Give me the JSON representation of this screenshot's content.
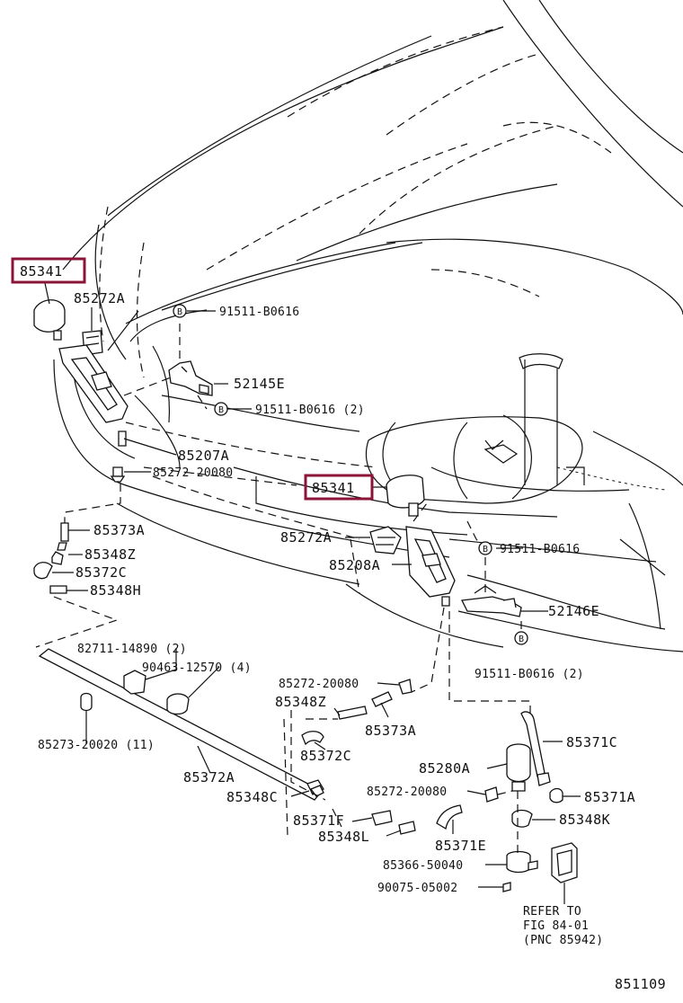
{
  "diagram_number": "851109",
  "bolt_symbol": "B",
  "highlight_color": "#8b1538",
  "labels": {
    "p85341_a": "85341",
    "p85341_b": "85341",
    "p85272A_a": "85272A",
    "p91511_a": "91511-B0616",
    "p52145E": "52145E",
    "p91511_b": "91511-B0616 (2)",
    "p85207A": "85207A",
    "p85272_20080_a": "85272-20080",
    "p85373A_a": "85373A",
    "p85348Z_a": "85348Z",
    "p85372C_a": "85372C",
    "p85348H": "85348H",
    "p85272A_b": "85272A",
    "p85208A": "85208A",
    "p91511_c": "91511-B0616",
    "p52146E": "52146E",
    "p91511_d": "91511-B0616 (2)",
    "p82711": "82711-14890 (2)",
    "p90463": "90463-12570 (4)",
    "p85273": "85273-20020 (11)",
    "p85372A": "85372A",
    "p85348C": "85348C",
    "p85371F": "85371F",
    "p85348L": "85348L",
    "p85371E": "85371E",
    "p85272_20080_b": "85272-20080",
    "p85348Z_b": "85348Z",
    "p85373A_b": "85373A",
    "p85372C_b": "85372C",
    "p85371C": "85371C",
    "p85280A": "85280A",
    "p85272_20080_c": "85272-20080",
    "p85371A": "85371A",
    "p85348K": "85348K",
    "p85366": "85366-50040",
    "p90075": "90075-05002",
    "refer1": "REFER TO",
    "refer2": "FIG 84-01",
    "refer3": "(PNC 85942)"
  }
}
